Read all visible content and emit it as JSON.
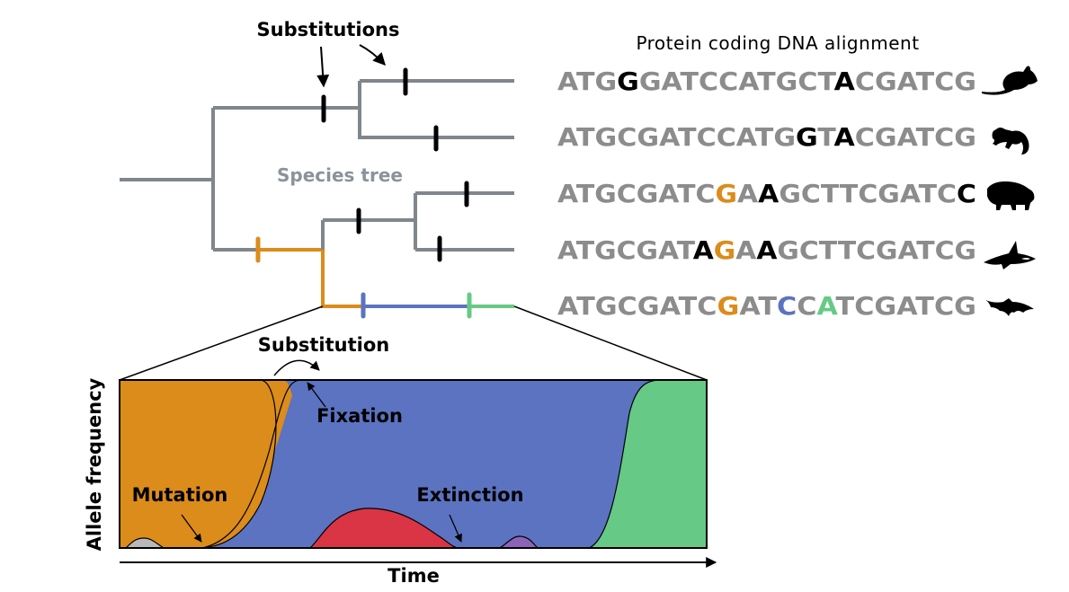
{
  "labels": {
    "substitutions": "Substitutions",
    "species_tree": "Species tree",
    "alignment_title": "Protein coding DNA alignment",
    "substitution": "Substitution",
    "fixation": "Fixation",
    "mutation": "Mutation",
    "extinction": "Extinction",
    "y_axis": "Allele frequency",
    "x_axis": "Time"
  },
  "colors": {
    "gray_text": "#8c8c8c",
    "tree_gray": "#7f868c",
    "black": "#000000",
    "orange": "#db8c1a",
    "blue": "#5b73c0",
    "green": "#66c985",
    "red": "#d93545",
    "purple": "#8c63b8",
    "light_gray": "#b8b8b8"
  },
  "alignment": [
    {
      "species_icon": "mouse-icon",
      "segments": [
        {
          "text": "ATG",
          "color": "gray"
        },
        {
          "text": "G",
          "color": "black"
        },
        {
          "text": "GATCCATGCT",
          "color": "gray"
        },
        {
          "text": "A",
          "color": "black"
        },
        {
          "text": "CGATCG",
          "color": "gray"
        }
      ]
    },
    {
      "species_icon": "monkey-icon",
      "segments": [
        {
          "text": "ATGCGATCCATG",
          "color": "gray"
        },
        {
          "text": "G",
          "color": "black"
        },
        {
          "text": "T",
          "color": "gray"
        },
        {
          "text": "A",
          "color": "black"
        },
        {
          "text": "CGATCG",
          "color": "gray"
        }
      ]
    },
    {
      "species_icon": "boar-icon",
      "segments": [
        {
          "text": "ATGCGATC",
          "color": "gray"
        },
        {
          "text": "G",
          "color": "orange"
        },
        {
          "text": "A",
          "color": "gray"
        },
        {
          "text": "A",
          "color": "black"
        },
        {
          "text": "GCTTCGATC",
          "color": "gray"
        },
        {
          "text": "C",
          "color": "black"
        }
      ]
    },
    {
      "species_icon": "orca-icon",
      "segments": [
        {
          "text": "ATGCGAT",
          "color": "gray"
        },
        {
          "text": "A",
          "color": "black"
        },
        {
          "text": "G",
          "color": "orange"
        },
        {
          "text": "A",
          "color": "gray"
        },
        {
          "text": "A",
          "color": "black"
        },
        {
          "text": "GCTTCGATCG",
          "color": "gray"
        }
      ]
    },
    {
      "species_icon": "bat-icon",
      "segments": [
        {
          "text": "ATGCGATC",
          "color": "gray"
        },
        {
          "text": "G",
          "color": "orange"
        },
        {
          "text": "AT",
          "color": "gray"
        },
        {
          "text": "C",
          "color": "blue"
        },
        {
          "text": "C",
          "color": "gray"
        },
        {
          "text": "A",
          "color": "green"
        },
        {
          "text": "TCGATCG",
          "color": "gray"
        }
      ]
    }
  ]
}
